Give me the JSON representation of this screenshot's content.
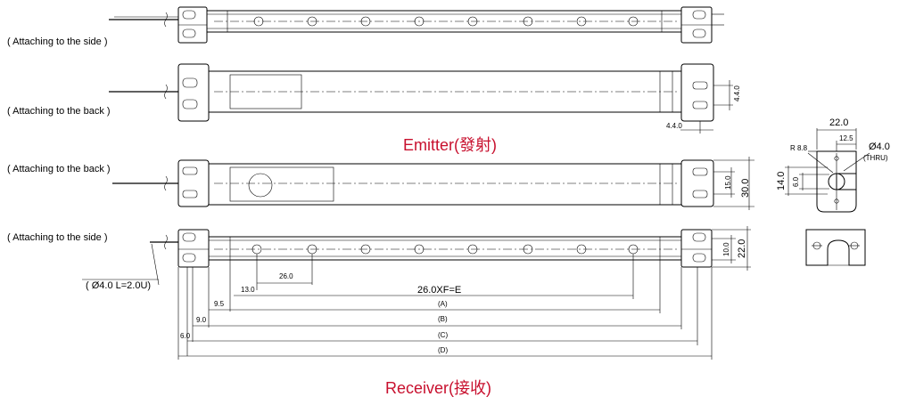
{
  "labels": {
    "side_top": "( Attaching   to the  side )",
    "back_1": "( Attaching   to the  back )",
    "back_2": "( Attaching   to the  back )",
    "side_bottom": "( Attaching   to the  side )",
    "cable": "( Ø4.0 L=2.0U)"
  },
  "titles": {
    "emitter": "Emitter(發射)",
    "receiver": "Receiver(接收)"
  },
  "dims": {
    "d44_v": "4.4.0",
    "d44_h": "4.4.0",
    "d15": "15.0",
    "d30": "30.0",
    "d10": "10.0",
    "d22": "22.0",
    "d26": "26.0",
    "d13": "13.0",
    "formula": "26.0XF=E",
    "d95": "9.5",
    "d9": "9.0",
    "d6": "6.0",
    "A": "(A)",
    "B": "(B)",
    "C": "(C)",
    "D": "(D)",
    "br_22": "22.0",
    "br_125": "12.5",
    "br_r": "R 8.8",
    "br_hole": "Ø4.0",
    "br_thru": "(THRU)",
    "br_14": "14.0",
    "br_6": "6.0"
  },
  "colors": {
    "title": "#c8102e",
    "line": "#000000"
  }
}
